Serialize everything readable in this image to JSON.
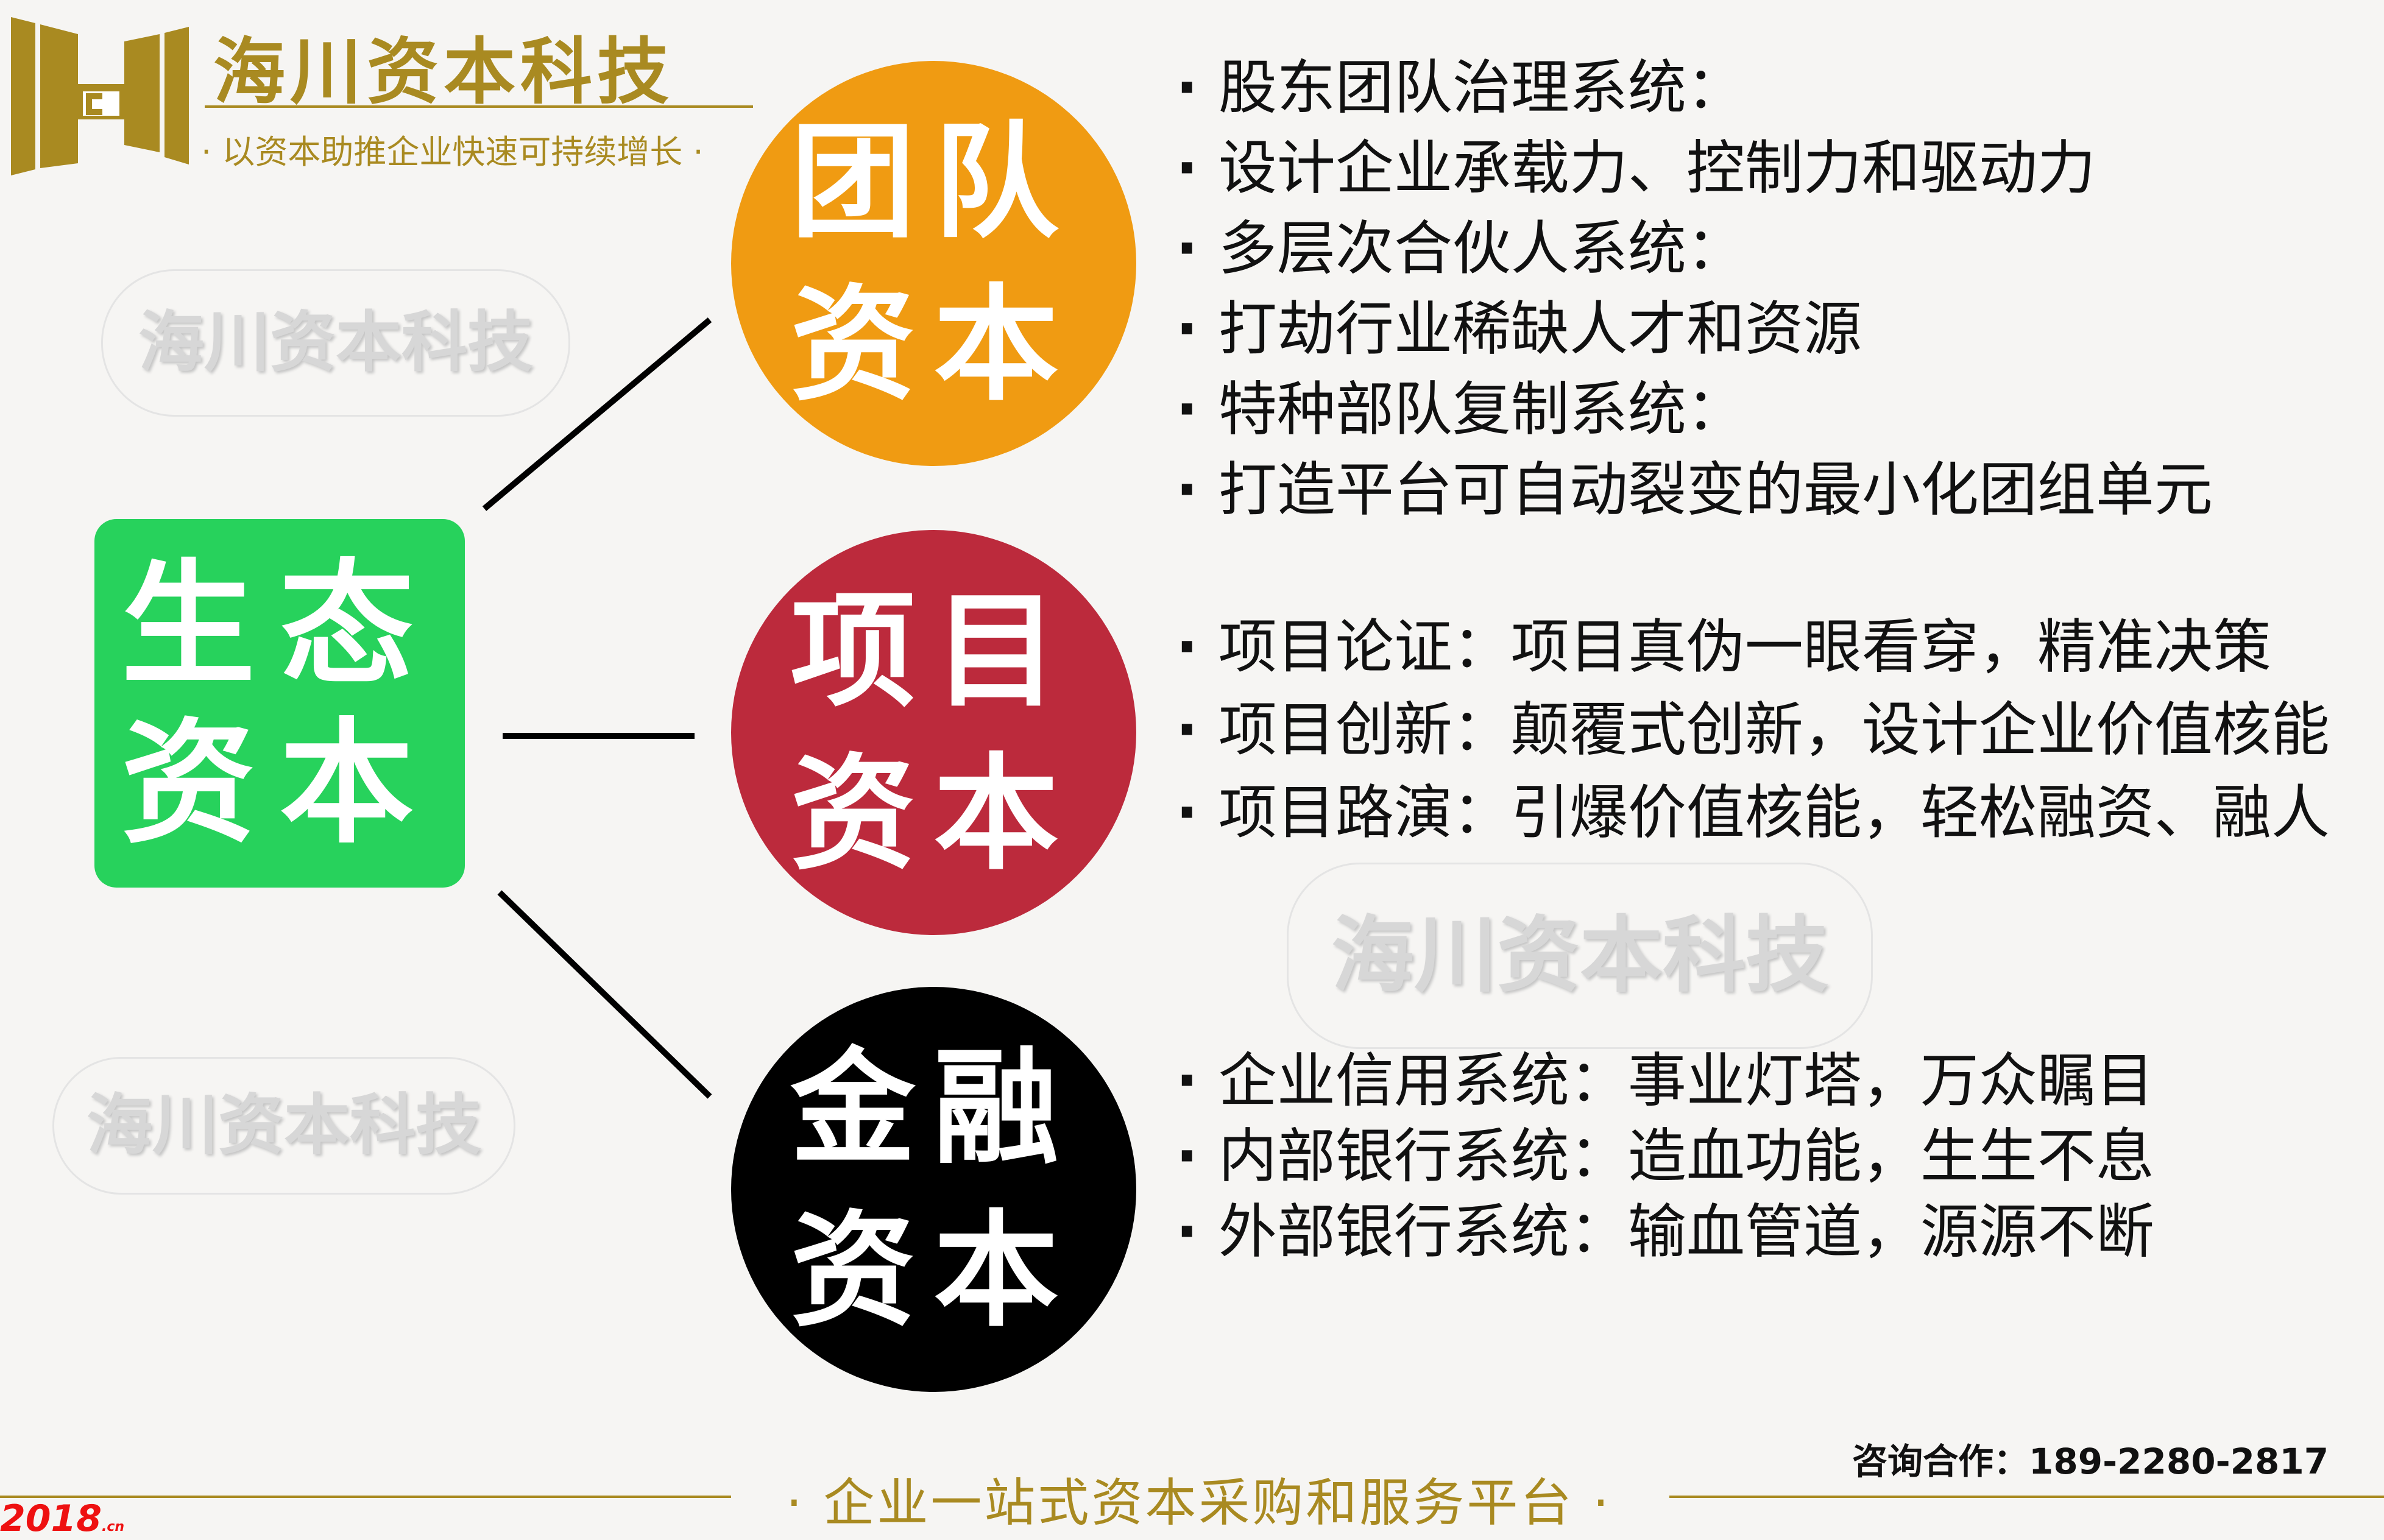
{
  "brand": {
    "name": "海川资本科技",
    "slogan": "· 以资本助推企业快速可持续增长 ·",
    "colors": {
      "gold": "#a98a21"
    }
  },
  "watermarks": [
    "海川资本科技",
    "海川资本科技",
    "海川资本科技"
  ],
  "center": {
    "line1": "生态",
    "line2": "资本",
    "color": "#27d25c"
  },
  "nodes": [
    {
      "line1": "团队",
      "line2": "资本",
      "color": "#f09b12",
      "items": [
        "股东团队治理系统：",
        "设计企业承载力、控制力和驱动力",
        "多层次合伙人系统：",
        "打劫行业稀缺人才和资源",
        "特种部队复制系统：",
        "打造平台可自动裂变的最小化团组单元"
      ]
    },
    {
      "line1": "项目",
      "line2": "资本",
      "color": "#bc2a3c",
      "items": [
        "项目论证：项目真伪一眼看穿，精准决策",
        "项目创新：颠覆式创新，设计企业价值核能",
        "项目路演：引爆价值核能，轻松融资、融人"
      ]
    },
    {
      "line1": "金融",
      "line2": "资本",
      "color": "#000000",
      "items": [
        "企业信用系统：事业灯塔，万众瞩目",
        "内部银行系统：造血功能，生生不息",
        "外部银行系统：输血管道，源源不断"
      ]
    }
  ],
  "footer": {
    "contact": "咨询合作：189-2280-2817",
    "tagline": "· 企业一站式资本采购和服务平台 ·",
    "corner_mark": "2018",
    "corner_mark_suffix": ".cn"
  }
}
